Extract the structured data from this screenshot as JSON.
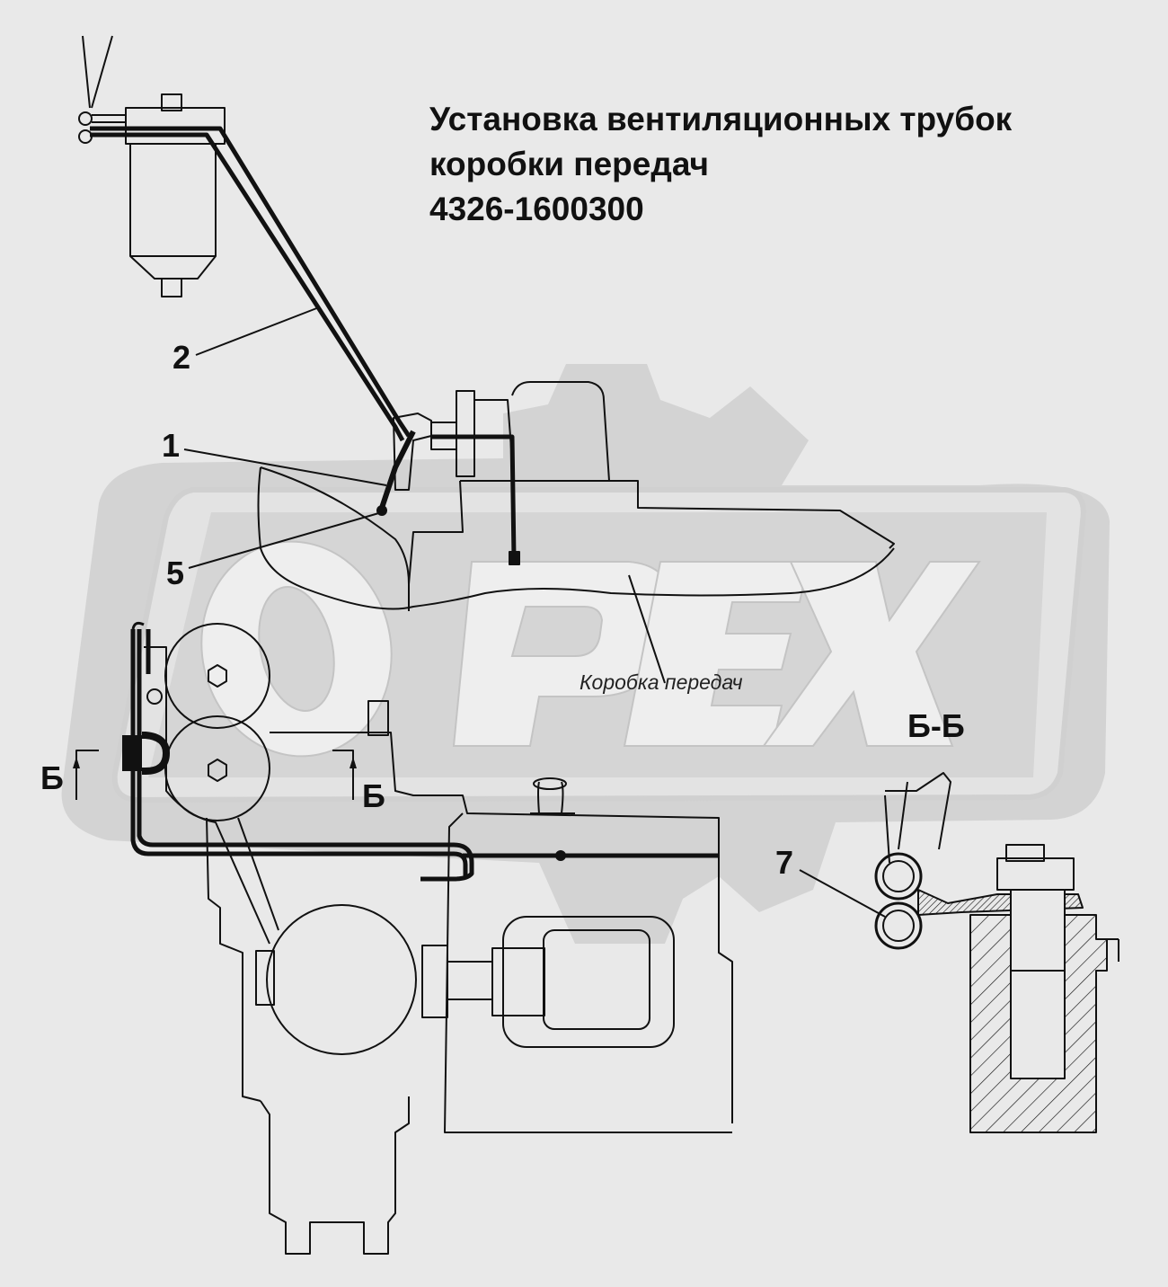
{
  "title": {
    "line1": "Установка вентиляционных трубок",
    "line2": "коробки передач",
    "line3": "4326-1600300"
  },
  "labels": {
    "gearbox": "Коробка передач",
    "section_name": "Б-Б",
    "section_mark_left": "Б",
    "section_mark_right": "Б"
  },
  "callouts": {
    "part_2": "2",
    "part_1": "1",
    "part_5": "5",
    "part_7": "7"
  },
  "watermark": {
    "text": "PEX",
    "color": "#c8c8c8"
  },
  "colors": {
    "background": "#e9e9e9",
    "line": "#111111"
  }
}
